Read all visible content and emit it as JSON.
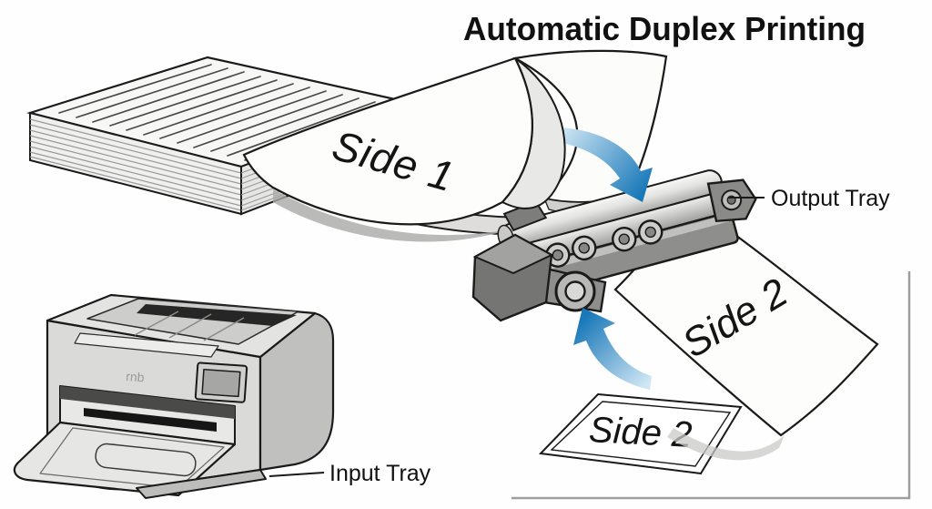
{
  "title": "Automatic Duplex Printing",
  "callouts": {
    "output_tray": "Output Tray",
    "input_tray": "Input Tray"
  },
  "sheet_labels": {
    "side1": "Side 1",
    "side2_hanging": "Side 2",
    "side2_flat": "Side 2"
  },
  "printer": {
    "brand_mark": "rnb"
  },
  "icons": {
    "flip_down": "flip-arrow-down-icon",
    "flip_up": "flip-arrow-up-icon"
  },
  "colors": {
    "arrow_blue_dark": "#1878b8",
    "arrow_blue_light": "#cfe6f4",
    "outline": "#1a1a1a",
    "frame_line": "#9e9e9e",
    "printer_body": "#dadad8",
    "paper_white": "#fdfdfc"
  }
}
